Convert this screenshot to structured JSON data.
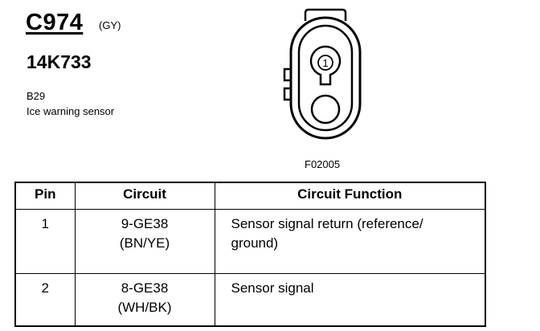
{
  "header": {
    "connector_id": "C974",
    "color_code": "(GY)",
    "part_number": "14K733",
    "location_code": "B29",
    "component_name": "Ice warning sensor"
  },
  "diagram": {
    "pin_label": "1",
    "figure_code": "F02005"
  },
  "table": {
    "headers": {
      "pin": "Pin",
      "circuit": "Circuit",
      "function": "Circuit Function"
    },
    "rows": [
      {
        "pin": "1",
        "circuit_id": "9-GE38",
        "circuit_color": "(BN/YE)",
        "function_line1": "Sensor signal return (reference/",
        "function_line2": "ground)"
      },
      {
        "pin": "2",
        "circuit_id": "8-GE38",
        "circuit_color": "(WH/BK)",
        "function_line1": "Sensor signal",
        "function_line2": ""
      }
    ]
  }
}
